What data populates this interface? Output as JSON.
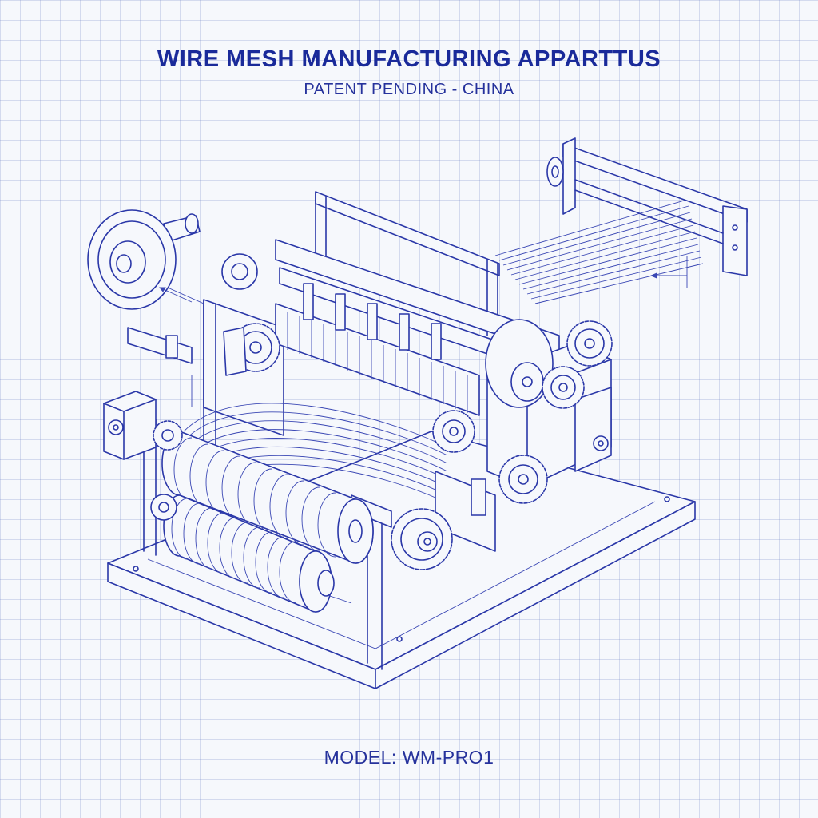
{
  "drawing": {
    "title": "WIRE MESH MANUFACTURING APPARTTUS",
    "subtitle": "PATENT PENDING - CHINA",
    "model": "MODEL: WM-PRO1"
  },
  "colors": {
    "ink": "#2a37a8",
    "title_ink": "#1a2a9a",
    "paper": "#f6f8fc",
    "grid": "#a8b4dc"
  }
}
